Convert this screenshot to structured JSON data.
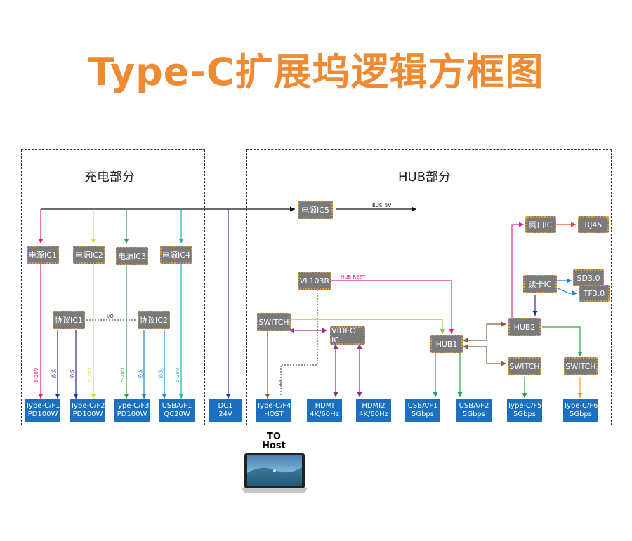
{
  "title": "Type-C扩展坞逻辑方框图",
  "sections": {
    "charging": "充电部分",
    "hub": "HUB部分"
  },
  "chips": {
    "power_ic1": "电源IC1",
    "power_ic2": "电源IC2",
    "power_ic3": "电源IC3",
    "power_ic4": "电源IC4",
    "power_ic5": "电源IC5",
    "protocol_ic1": "协议IC1",
    "protocol_ic2": "协议IC2",
    "vl103r": "VL103R",
    "switch_main": "SWITCH",
    "video_ic": "VIDEO IC",
    "hub1": "HUB1",
    "hub2": "HUB2",
    "switch_f5": "SWITCH",
    "switch_f6": "SWITCH",
    "network_ic": "网口IC",
    "rj45": "RJ45",
    "card_reader_ic": "读卡IC",
    "sd30": "SD3.0",
    "tf30": "TF3.0"
  },
  "ports": {
    "typec_f1": [
      "Type-C/F1",
      "PD100W"
    ],
    "typec_f2": [
      "Type-C/F2",
      "PD100W"
    ],
    "typec_f3": [
      "Type-C/F3",
      "PD100W"
    ],
    "usba_f1_qc": [
      "USBA/F1",
      "QC20W"
    ],
    "dc1": [
      "DC1",
      "24V"
    ],
    "typec_f4": [
      "Type-C/F4",
      "HOST"
    ],
    "hdmi1": [
      "HDMI",
      "4K/60Hz"
    ],
    "hdmi2": [
      "HDMI2",
      "4K/60Hz"
    ],
    "usba_f1": [
      "USBA/F1",
      "5Gbps"
    ],
    "usba_f2": [
      "USBA/F2",
      "5Gbps"
    ],
    "typec_f5": [
      "Type-C/F5",
      "5Gbps"
    ],
    "typec_f6": [
      "Type-C/F6",
      "5Gbps"
    ]
  },
  "wire_labels": {
    "bus5v": "BUS_5V",
    "hub_rest": "HUB REST",
    "io": "I/O",
    "cc": "CC",
    "v5_20": "5-20V",
    "protocol": "协议"
  },
  "host": {
    "line1": "TO",
    "line2": "Host"
  },
  "colors": {
    "title": "#f08a32",
    "port_blue": "#1a6fbf",
    "chip_gray": "#7a7a7a",
    "red_wire": "#e8195f",
    "yellow_wire": "#d4e21a",
    "green_wire": "#2aa14a",
    "teal_wire": "#1fb5b0",
    "navy_wire": "#2b2e8f",
    "purple_wire": "#9b2a8f",
    "brown_wire": "#8a5a3c",
    "orange_wire": "#f0a020"
  }
}
